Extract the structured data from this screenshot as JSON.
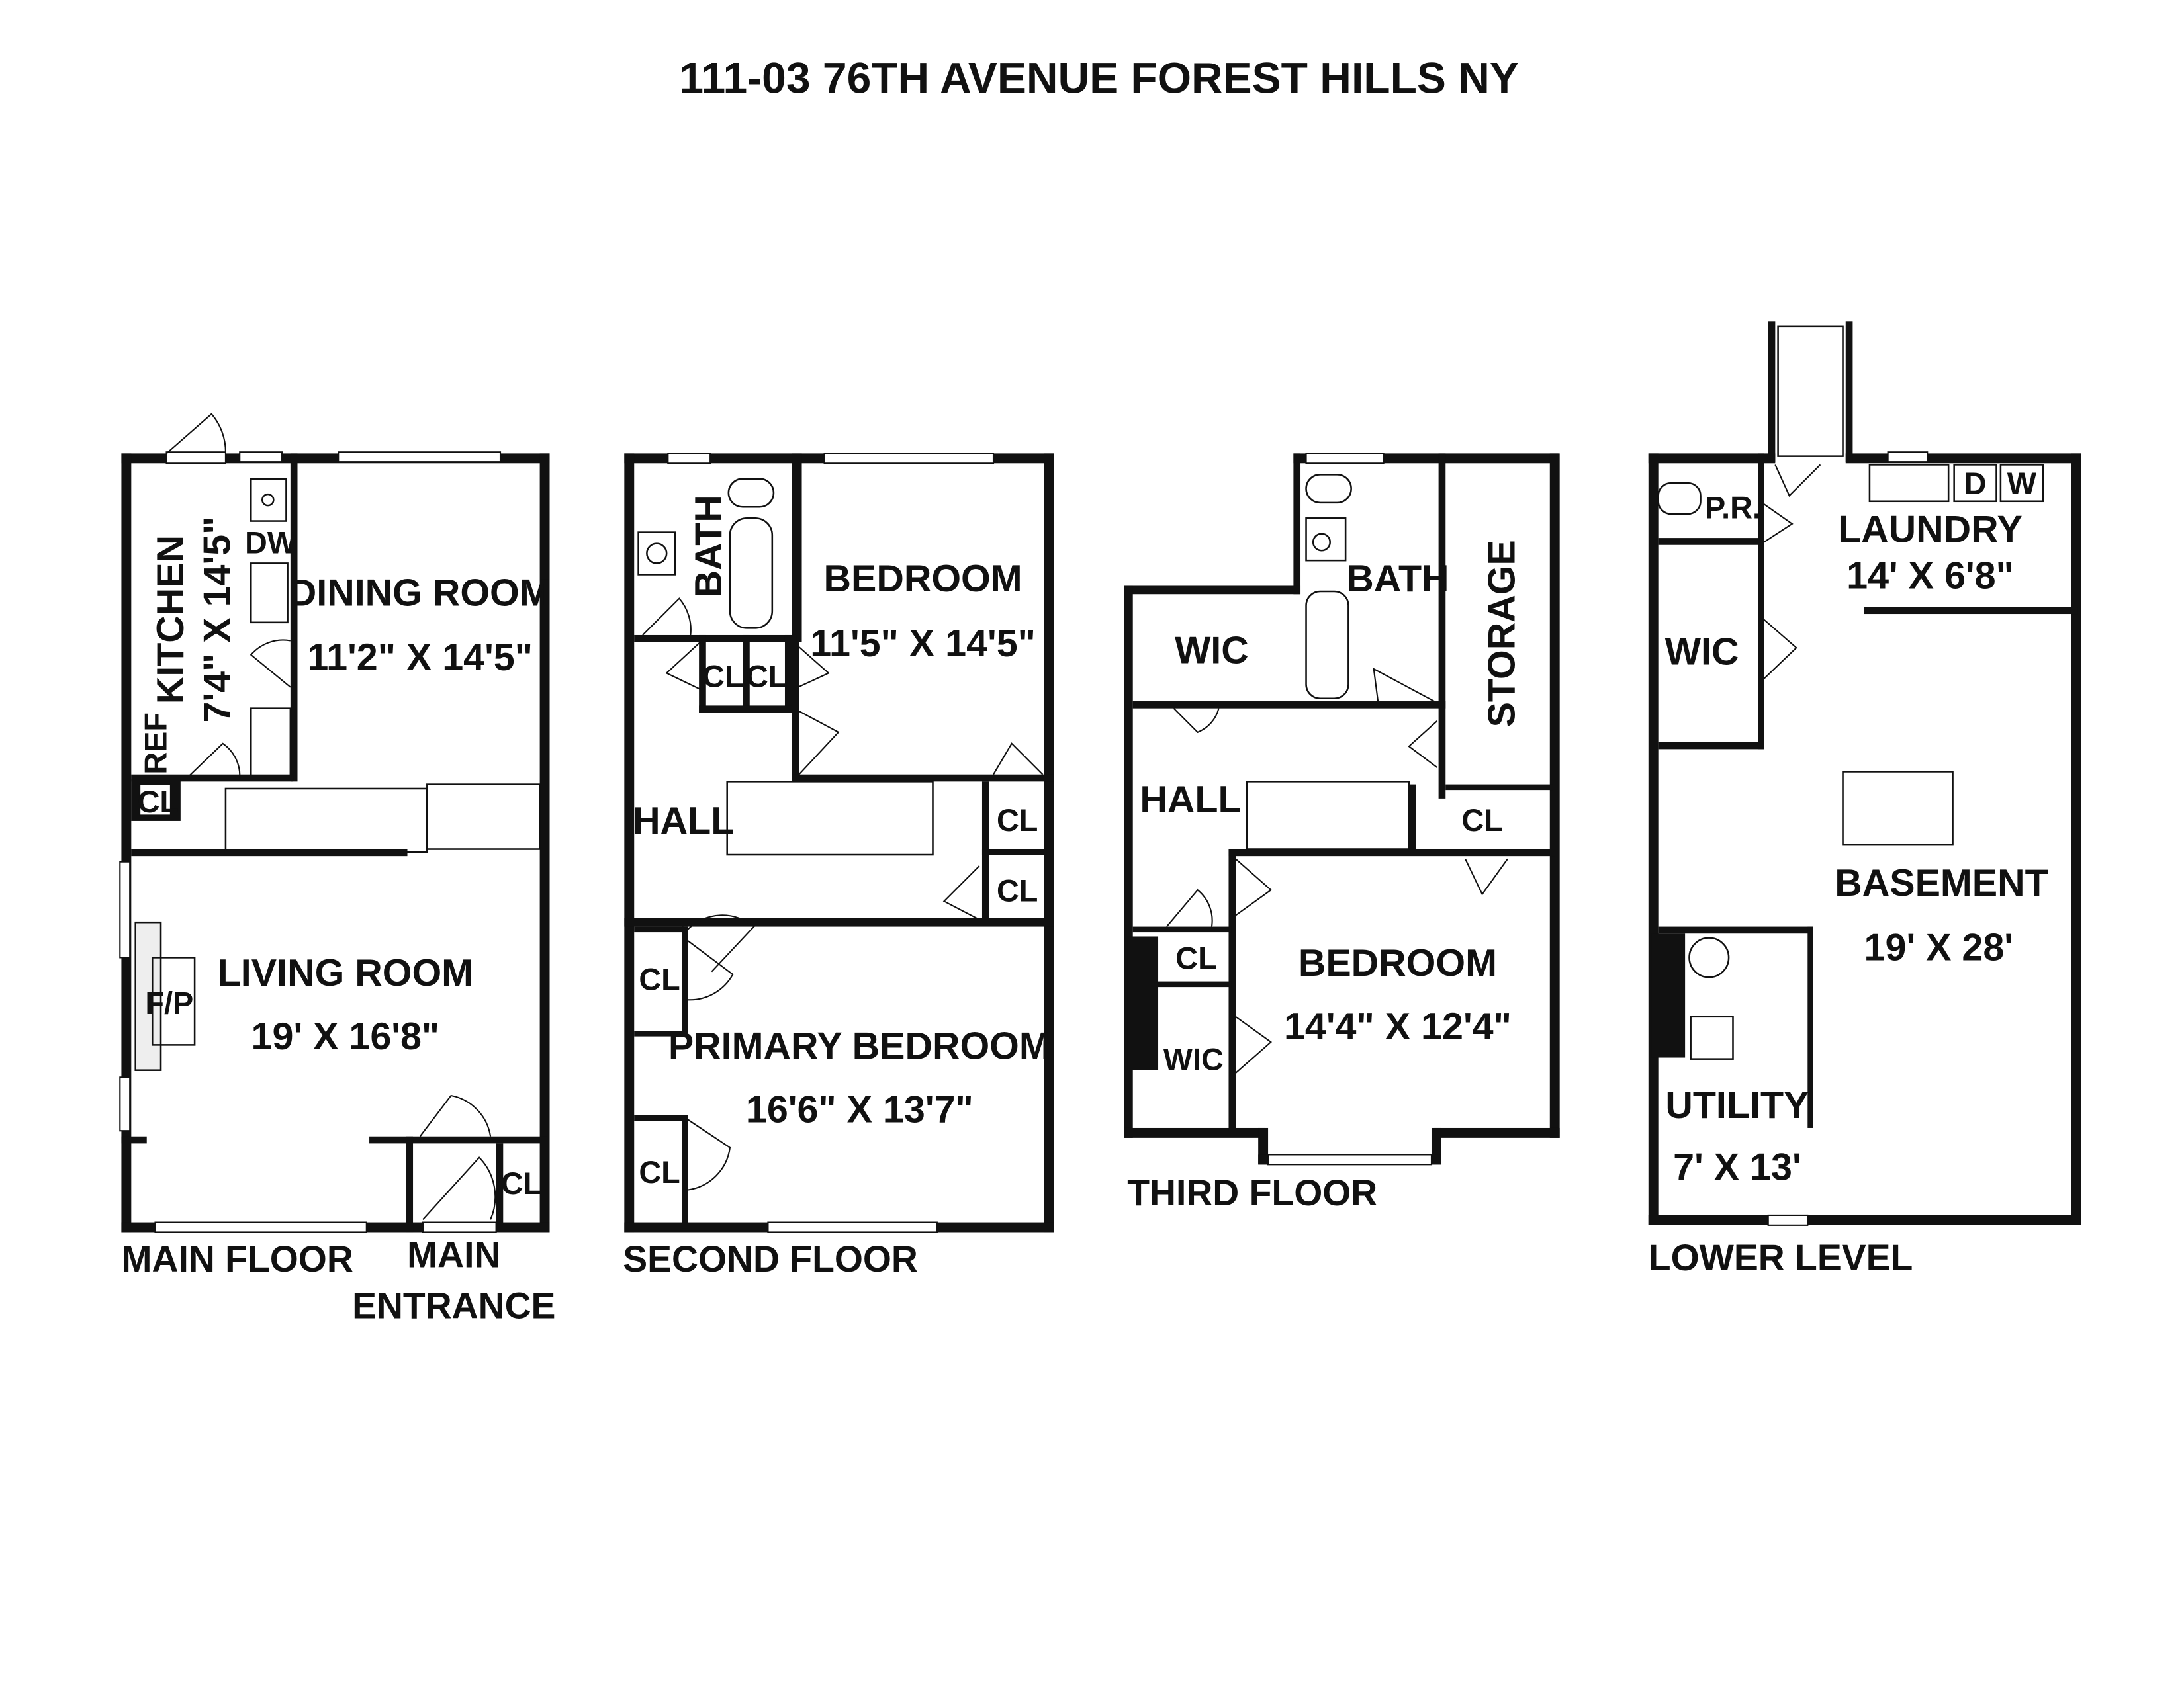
{
  "title": "111-03 76TH AVENUE FOREST HILLS NY",
  "main_floor": {
    "label": "MAIN FLOOR",
    "kitchen": {
      "name": "KITCHEN",
      "dims": "7'4\" X 14'5\""
    },
    "dining_room": {
      "name": "DINING ROOM",
      "dims": "11'2\" X 14'5\""
    },
    "living_room": {
      "name": "LIVING ROOM",
      "dims": "19' X 16'8\""
    },
    "fixtures": {
      "dw": "DW",
      "ref": "REF",
      "cl": "CL",
      "fp": "F/P",
      "cl2": "CL"
    },
    "entrance_line1": "MAIN",
    "entrance_line2": "ENTRANCE"
  },
  "second_floor": {
    "label": "SECOND FLOOR",
    "bath": "BATH",
    "bedroom": {
      "name": "BEDROOM",
      "dims": "11'5\" X 14'5\""
    },
    "hall": "HALL",
    "primary_bedroom": {
      "name": "PRIMARY BEDROOM",
      "dims": "16'6\" X 13'7\""
    },
    "closets": [
      "CL",
      "CL",
      "CL",
      "CL",
      "CL",
      "CL"
    ]
  },
  "third_floor": {
    "label": "THIRD FLOOR",
    "wic1": "WIC",
    "bath": "BATH",
    "storage": "STORAGE",
    "hall": "HALL",
    "cl1": "CL",
    "cl2": "CL",
    "wic2": "WIC",
    "bedroom": {
      "name": "BEDROOM",
      "dims": "14'4\" X 12'4\""
    }
  },
  "lower_level": {
    "label": "LOWER LEVEL",
    "pr": "P.R.",
    "laundry": {
      "name": "LAUNDRY",
      "dims": "14' X 6'8\""
    },
    "d": "D",
    "w": "W",
    "wic": "WIC",
    "basement": {
      "name": "BASEMENT",
      "dims": "19' X 28'"
    },
    "utility": {
      "name": "UTILITY",
      "dims": "7' X 13'"
    }
  }
}
